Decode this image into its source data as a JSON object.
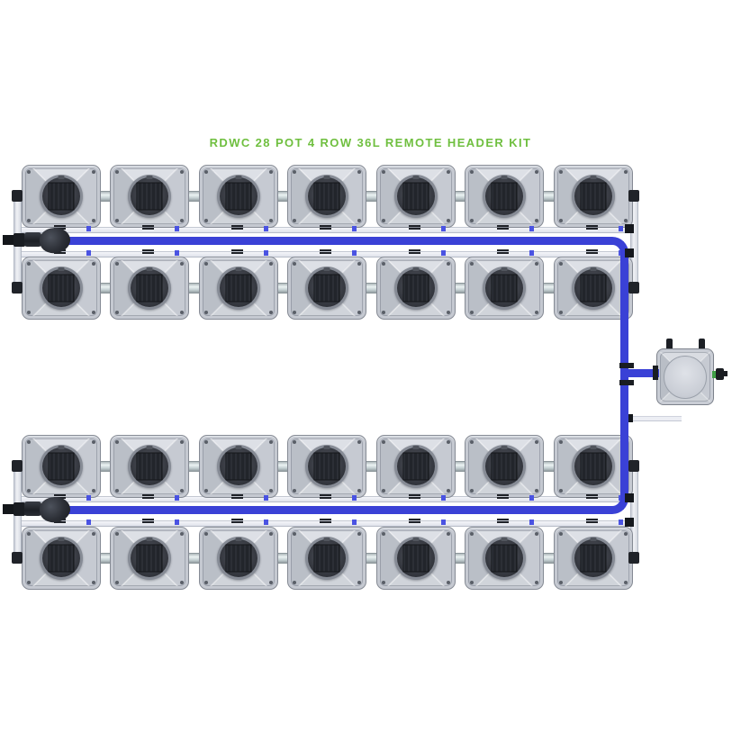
{
  "title": {
    "text": "RDWC 28 POT 4 ROW 36L REMOTE HEADER KIT",
    "color": "#6fbf3f"
  },
  "system": {
    "pot_count": 28,
    "row_count": 4,
    "columns_per_row": 7,
    "pot_volume_label": "36L",
    "kit_type_label": "REMOTE HEADER KIT"
  },
  "components": {
    "grow_pot": "square grow pot with round net lid",
    "header_tank": "remote header tank with round lid",
    "pump_valve": "row pump and valve assembly",
    "main_pipe_color": "#3a41d6",
    "link_pipe_color": "#c9d5d7",
    "manifold_pipe_color": "#eceef4",
    "fitting_dark_color": "#1a1d22",
    "outlet_fitting_color": "#3f9f46",
    "pot_body_color": "#c5c9d1"
  }
}
